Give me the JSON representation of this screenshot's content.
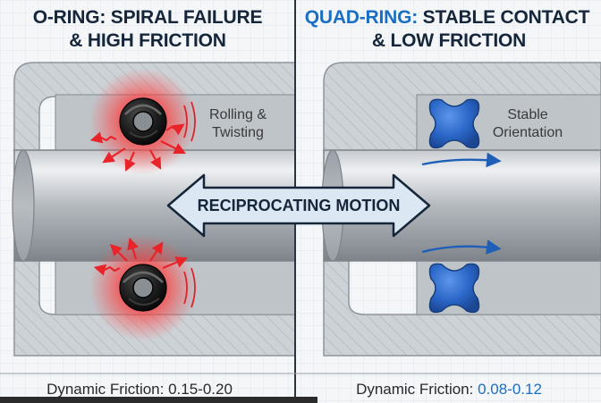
{
  "left_panel": {
    "title_line1": "O-RING: SPIRAL FAILURE",
    "title_line2": "& HIGH FRICTION",
    "label_line1": "Rolling &",
    "label_line2": "Twisting",
    "friction_label": "Dynamic Friction: ",
    "friction_value": "0.15-0.20"
  },
  "right_panel": {
    "title_highlight": "QUAD-RING:",
    "title_line1_rest": " STABLE CONTACT",
    "title_line2": "& LOW FRICTION",
    "label_line1": "Stable",
    "label_line2": "Orientation",
    "friction_label": "Dynamic Friction: ",
    "friction_value": "0.08-0.12"
  },
  "center": {
    "motion_label": "RECIPROCATING MOTION"
  },
  "colors": {
    "title_dark": "#16263a",
    "title_blue": "#1a6fc4",
    "friction_blue": "#1a6fc4",
    "housing": "#c9ced3",
    "shaft": "#aeb3b8",
    "oring": "#1b1b1b",
    "heat_red": "#e8242a",
    "quadring": "#2a66c7",
    "arrow_fill": "#dbe7f3"
  },
  "icons": {
    "oring_symbol": "oring-cross-section-icon",
    "quadring_symbol": "quadring-cross-section-icon",
    "friction_sparks": "red-spark-arrows-icon",
    "flow_arrows": "blue-flow-arrow-icon"
  }
}
